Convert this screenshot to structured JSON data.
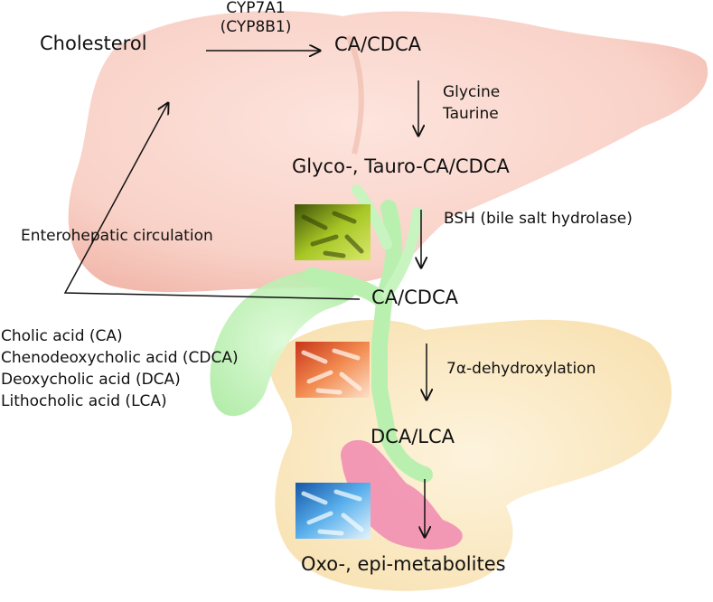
{
  "labels": {
    "cholesterol": "Cholesterol",
    "enzyme_main": "CYP7A1",
    "enzyme_alt": "(CYP8B1)",
    "ca_cdca_top": "CA/CDCA",
    "glycine": "Glycine",
    "taurine": "Taurine",
    "conjugated": "Glyco-, Tauro-CA/CDCA",
    "bsh": "BSH (bile salt hydrolase)",
    "enterohepatic": "Enterohepatic circulation",
    "ca_cdca_mid": "CA/CDCA",
    "dehydroxylation": "7α-dehydroxylation",
    "dca_lca": "DCA/LCA",
    "oxo_epi": "Oxo-, epi-metabolites"
  },
  "legend": [
    "Cholic acid (CA)",
    "Chenodeoxycholic acid (CDCA)",
    "Deoxycholic acid (DCA)",
    "Lithocholic acid (LCA)"
  ],
  "colors": {
    "liver": "#f7c7bb",
    "gallbladder": "#b9f0b0",
    "intestine": "#fae5b6",
    "pancreas": "#f18fb3",
    "bacteria_top": "#9bbf1e",
    "bacteria_mid": "#e8622a",
    "bacteria_bottom": "#3c8fd6",
    "arrow": "#111111"
  },
  "icons": [
    "liver-illustration",
    "gallbladder-illustration",
    "intestine-illustration",
    "pancreas-illustration",
    "gut-bacteria-icon-green",
    "gut-bacteria-icon-orange",
    "gut-bacteria-icon-blue"
  ]
}
